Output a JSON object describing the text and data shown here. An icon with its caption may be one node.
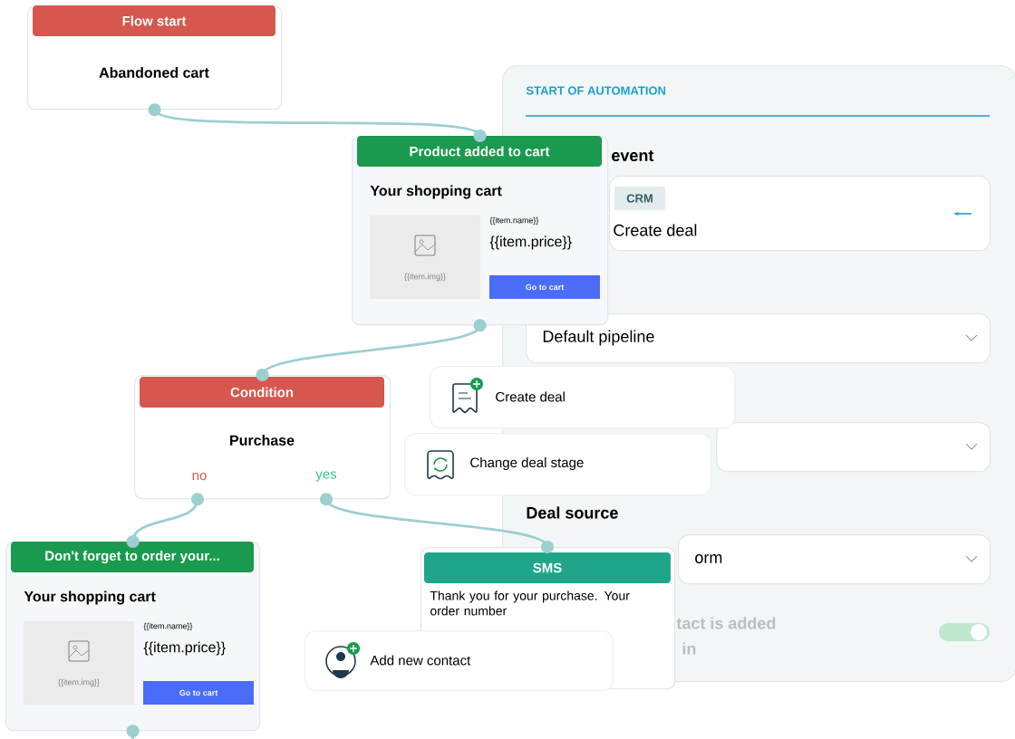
{
  "diagram": {
    "nodes": [
      {
        "text": [
          "Flow start",
          "Abandoned cart"
        ]
      },
      {
        "text": [
          "Product added to cart",
          "Your shopping cart",
          "{{item.img}}",
          "{{item.name}}",
          "{{item.price}}",
          "Go to cart"
        ]
      },
      {
        "text": [
          "START OF AUTOMATION"
        ]
      },
      {
        "text": [
          "CRM",
          "Create deal"
        ],
        "in": 2
      },
      {
        "text": [
          "Default pipeline"
        ],
        "in": 2
      },
      {
        "text": [],
        "shape": "box",
        "in": 2
      },
      {
        "text": [
          "orm"
        ],
        "in": 2
      },
      {
        "text": [
          "Create deal"
        ]
      },
      {
        "text": [
          "Condition",
          "Purchase",
          "no",
          "yes"
        ]
      },
      {
        "text": [
          "Change deal stage"
        ]
      },
      {
        "text": [
          "Don't forget to order your...",
          "Your shopping cart",
          "{{item.img}}",
          "{{item.name}}",
          "{{item.price}}",
          "Go to cart"
        ]
      },
      {
        "text": [
          "SMS",
          "Thank you for your purchase. Your order number"
        ]
      },
      {
        "text": [
          "Add new contact"
        ]
      }
    ],
    "edges": [
      {
        "from": 0,
        "to": 1,
        "arrow": "other"
      },
      {
        "from": 1,
        "to": 8,
        "arrow": "other"
      },
      {
        "from": 8,
        "to": 10,
        "arrow": "other"
      },
      {
        "from": 8,
        "to": 11,
        "arrow": "other"
      },
      {
        "from": 10,
        "to": null,
        "arrow": "other"
      }
    ],
    "labels": [
      "event",
      "Deal source",
      "tact is added",
      "in"
    ]
  }
}
